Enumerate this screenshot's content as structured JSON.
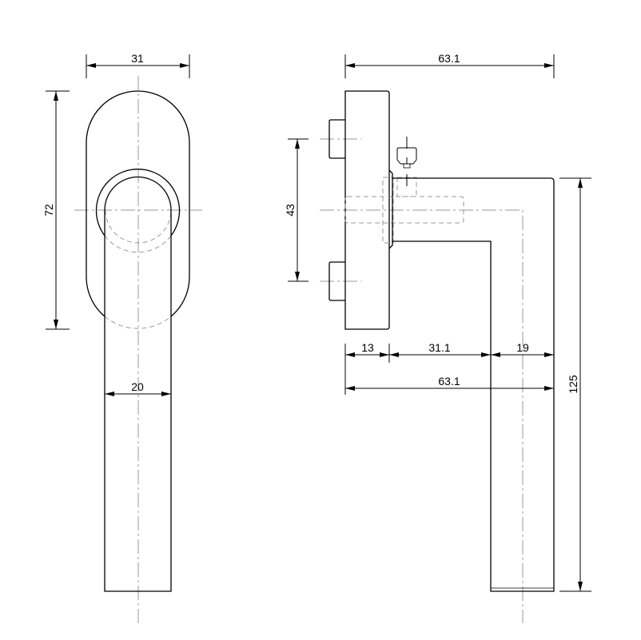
{
  "front_view": {
    "width_dim": "31",
    "height_dim": "72",
    "handle_width_dim": "20"
  },
  "side_view": {
    "overall_width_top_dim": "63.1",
    "screw_spacing_dim": "43",
    "plate_depth_dim": "13",
    "neck_length_dim": "31.1",
    "grip_depth_dim": "19",
    "overall_width_bottom_dim": "63.1",
    "handle_length_dim": "125"
  }
}
